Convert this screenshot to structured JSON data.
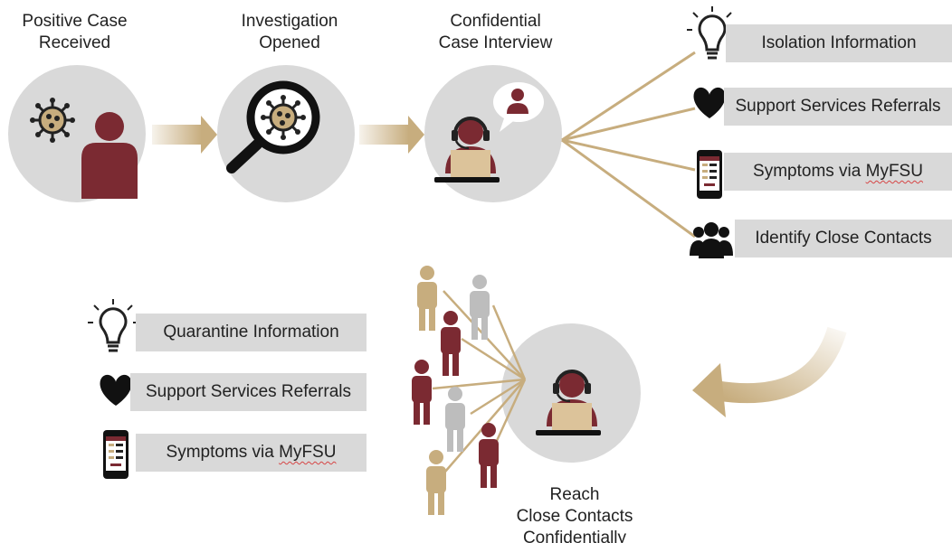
{
  "steps": [
    {
      "line1": "Positive Case",
      "line2": "Received"
    },
    {
      "line1": "Investigation",
      "line2": "Opened"
    },
    {
      "line1": "Confidential",
      "line2": "Case Interview"
    }
  ],
  "case_outcomes": [
    {
      "text": "Isolation Information",
      "icon": "lightbulb-icon"
    },
    {
      "text": "Support Services Referrals",
      "icon": "heart-icon"
    },
    {
      "text_prefix": "Symptoms via ",
      "text_link": "MyFSU",
      "icon": "phone-app-icon"
    },
    {
      "text": "Identify Close Contacts",
      "icon": "group-icon"
    }
  ],
  "contact_outcomes": [
    {
      "text": "Quarantine Information",
      "icon": "lightbulb-icon"
    },
    {
      "text": "Support Services Referrals",
      "icon": "heart-icon"
    },
    {
      "text_prefix": "Symptoms via ",
      "text_link": "MyFSU",
      "icon": "phone-app-icon"
    }
  ],
  "reach": {
    "line1": "Reach",
    "line2": "Close Contacts",
    "line3": "Confidentially"
  },
  "colors": {
    "garnet": "#7b2a32",
    "gold": "#c7ad7e",
    "circle": "#d9d9d9",
    "pill": "#d9d9d9",
    "grey_person": "#bdbdbd"
  }
}
